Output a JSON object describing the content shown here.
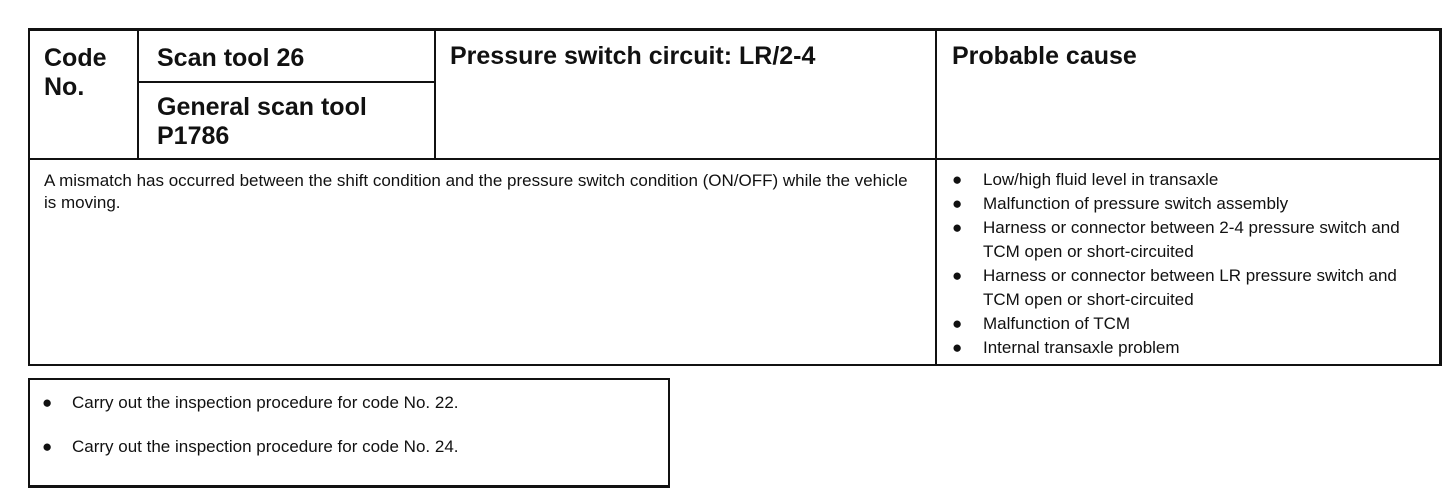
{
  "header": {
    "code_no": "Code\nNo.",
    "scan_tool_26": "Scan tool 26",
    "general_scan_tool": "General scan tool\nP1786",
    "circuit_title": "Pressure switch circuit: LR/2-4",
    "probable_cause_title": "Probable cause"
  },
  "description": "A mismatch has occurred between the shift condition and the pressure switch condition (ON/OFF) while the vehicle is moving.",
  "probable_causes": [
    "Low/high fluid level in transaxle",
    "Malfunction of pressure switch assembly",
    "Harness or connector between 2-4 pressure switch and TCM open or short-circuited",
    "Harness or connector between LR pressure switch and TCM open or short-circuited",
    "Malfunction of TCM",
    "Internal transaxle problem"
  ],
  "bullet_glyph": "●",
  "procedures": [
    "Carry out the inspection procedure for code No. 22.",
    "Carry out the inspection procedure for code No. 24."
  ]
}
